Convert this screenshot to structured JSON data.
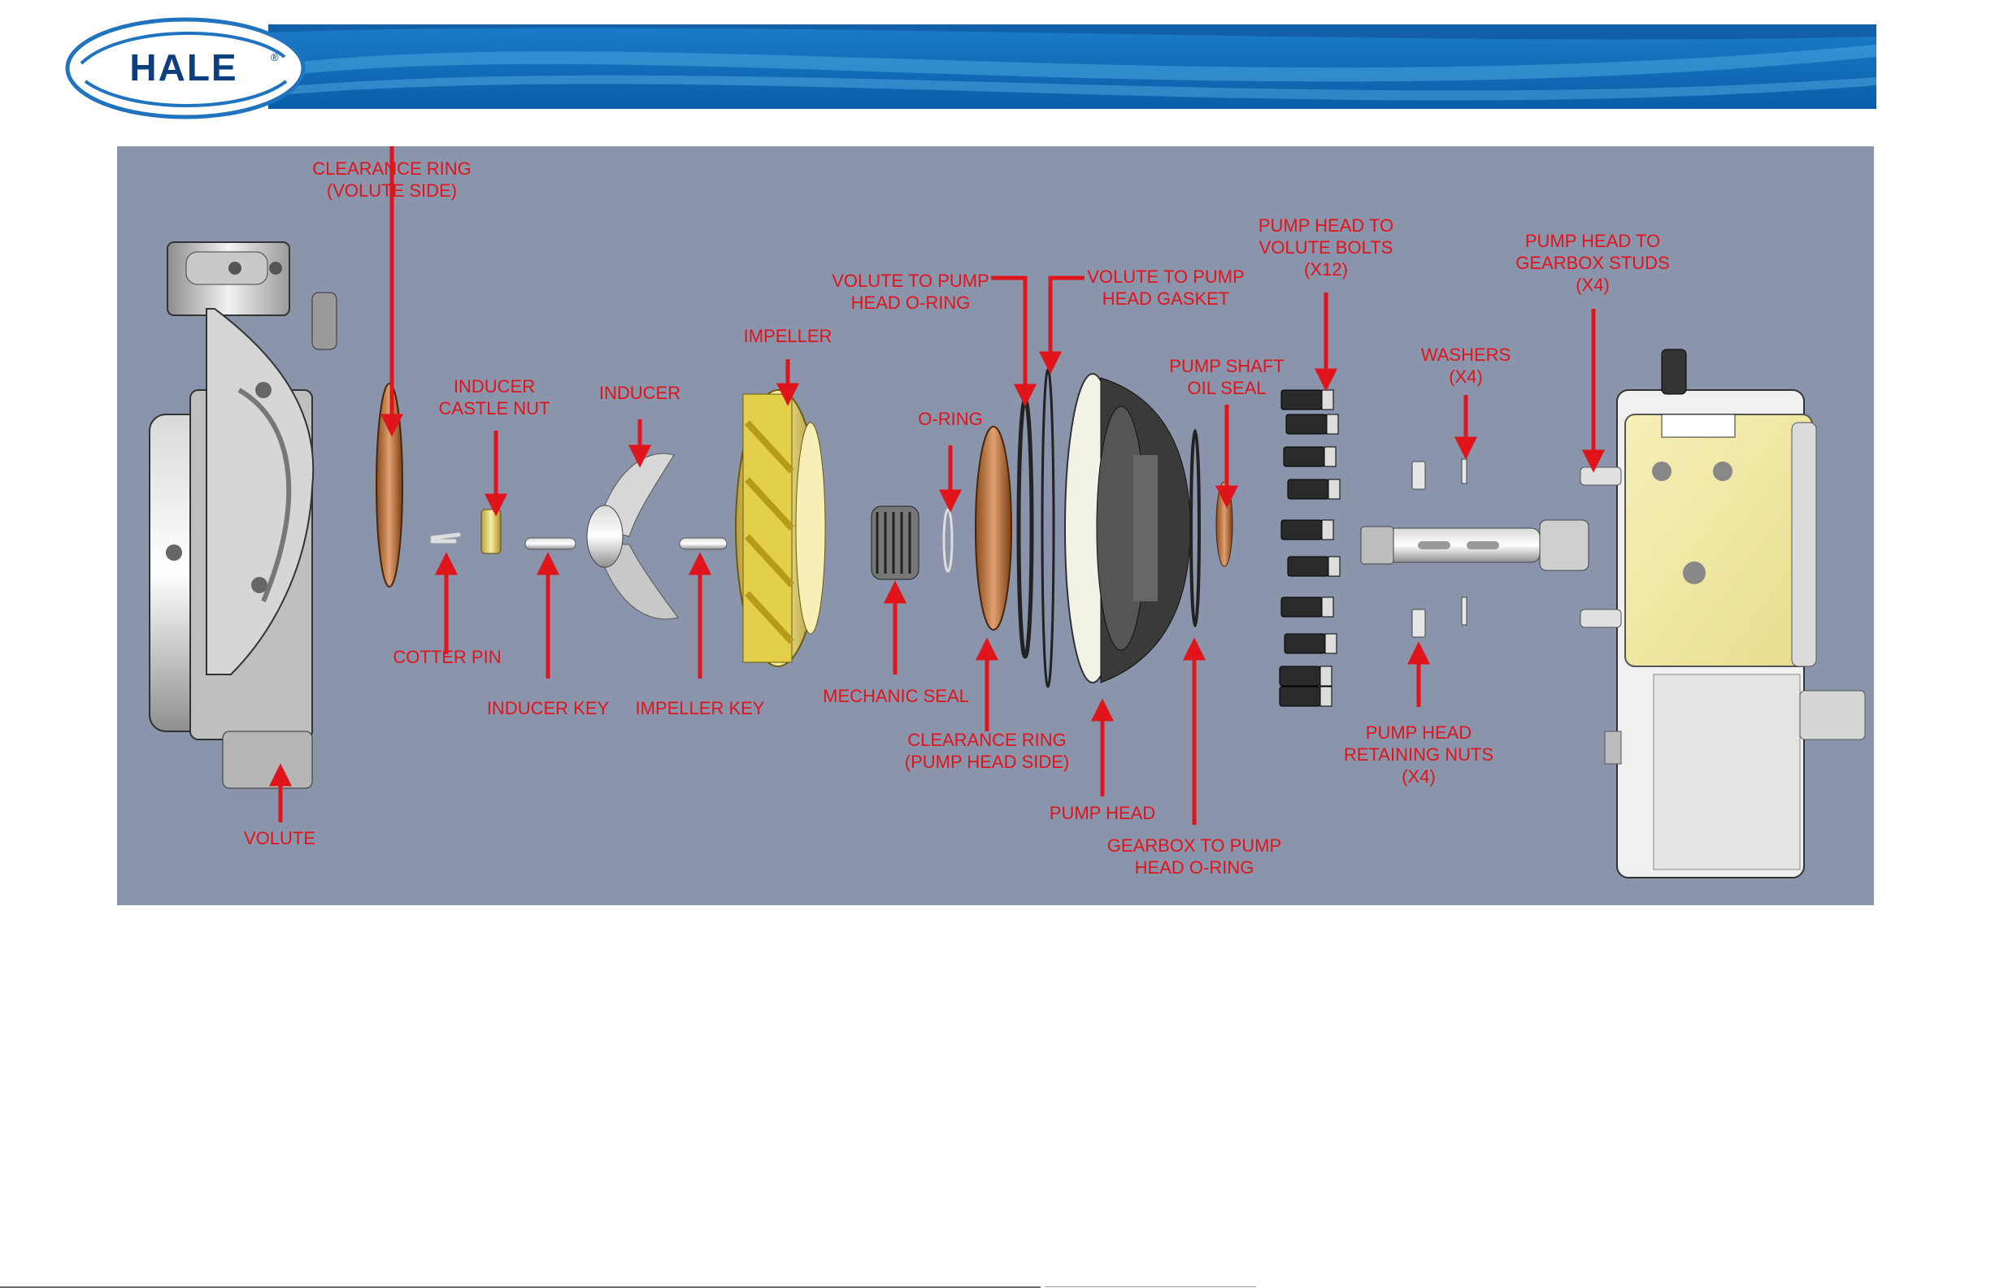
{
  "header": {
    "logo_text": "HALE",
    "logo_mark": "®",
    "colors": {
      "band_dark": "#0a5ea8",
      "band_light": "#3f9ad8",
      "logo_blue": "#0b4a8f"
    }
  },
  "diagram": {
    "background": "#8a95ab",
    "label_color": "#e0141b",
    "labels": {
      "clearance_ring_volute": [
        "CLEARANCE RING",
        "(VOLUTE SIDE)"
      ],
      "inducer_castle_nut": [
        "INDUCER",
        "CASTLE NUT"
      ],
      "inducer": [
        "INDUCER"
      ],
      "impeller": [
        "IMPELLER"
      ],
      "volute_oring": [
        "VOLUTE TO PUMP",
        "HEAD O-RING"
      ],
      "volute_gasket": [
        "VOLUTE TO PUMP",
        "HEAD GASKET"
      ],
      "oring": [
        "O-RING"
      ],
      "pump_shaft_oil_seal": [
        "PUMP SHAFT",
        "OIL SEAL"
      ],
      "volute_bolts": [
        "PUMP HEAD  TO",
        "VOLUTE BOLTS",
        "(X12)"
      ],
      "washers": [
        "WASHERS",
        "(X4)"
      ],
      "gearbox_studs": [
        "PUMP HEAD  TO",
        "GEARBOX STUDS",
        "(X4)"
      ],
      "cotter_pin": [
        "COTTER PIN"
      ],
      "inducer_key": [
        "INDUCER KEY"
      ],
      "impeller_key": [
        "IMPELLER KEY"
      ],
      "mechanic_seal": [
        "MECHANIC SEAL"
      ],
      "clearance_ring_pump_head": [
        "CLEARANCE RING",
        "(PUMP HEAD SIDE)"
      ],
      "pump_head": [
        "PUMP HEAD"
      ],
      "gearbox_oring": [
        "GEARBOX TO PUMP",
        "HEAD O-RING"
      ],
      "retaining_nuts": [
        "PUMP HEAD",
        "RETAINING NUTS",
        "(X4)"
      ],
      "volute": [
        "VOLUTE"
      ]
    }
  }
}
